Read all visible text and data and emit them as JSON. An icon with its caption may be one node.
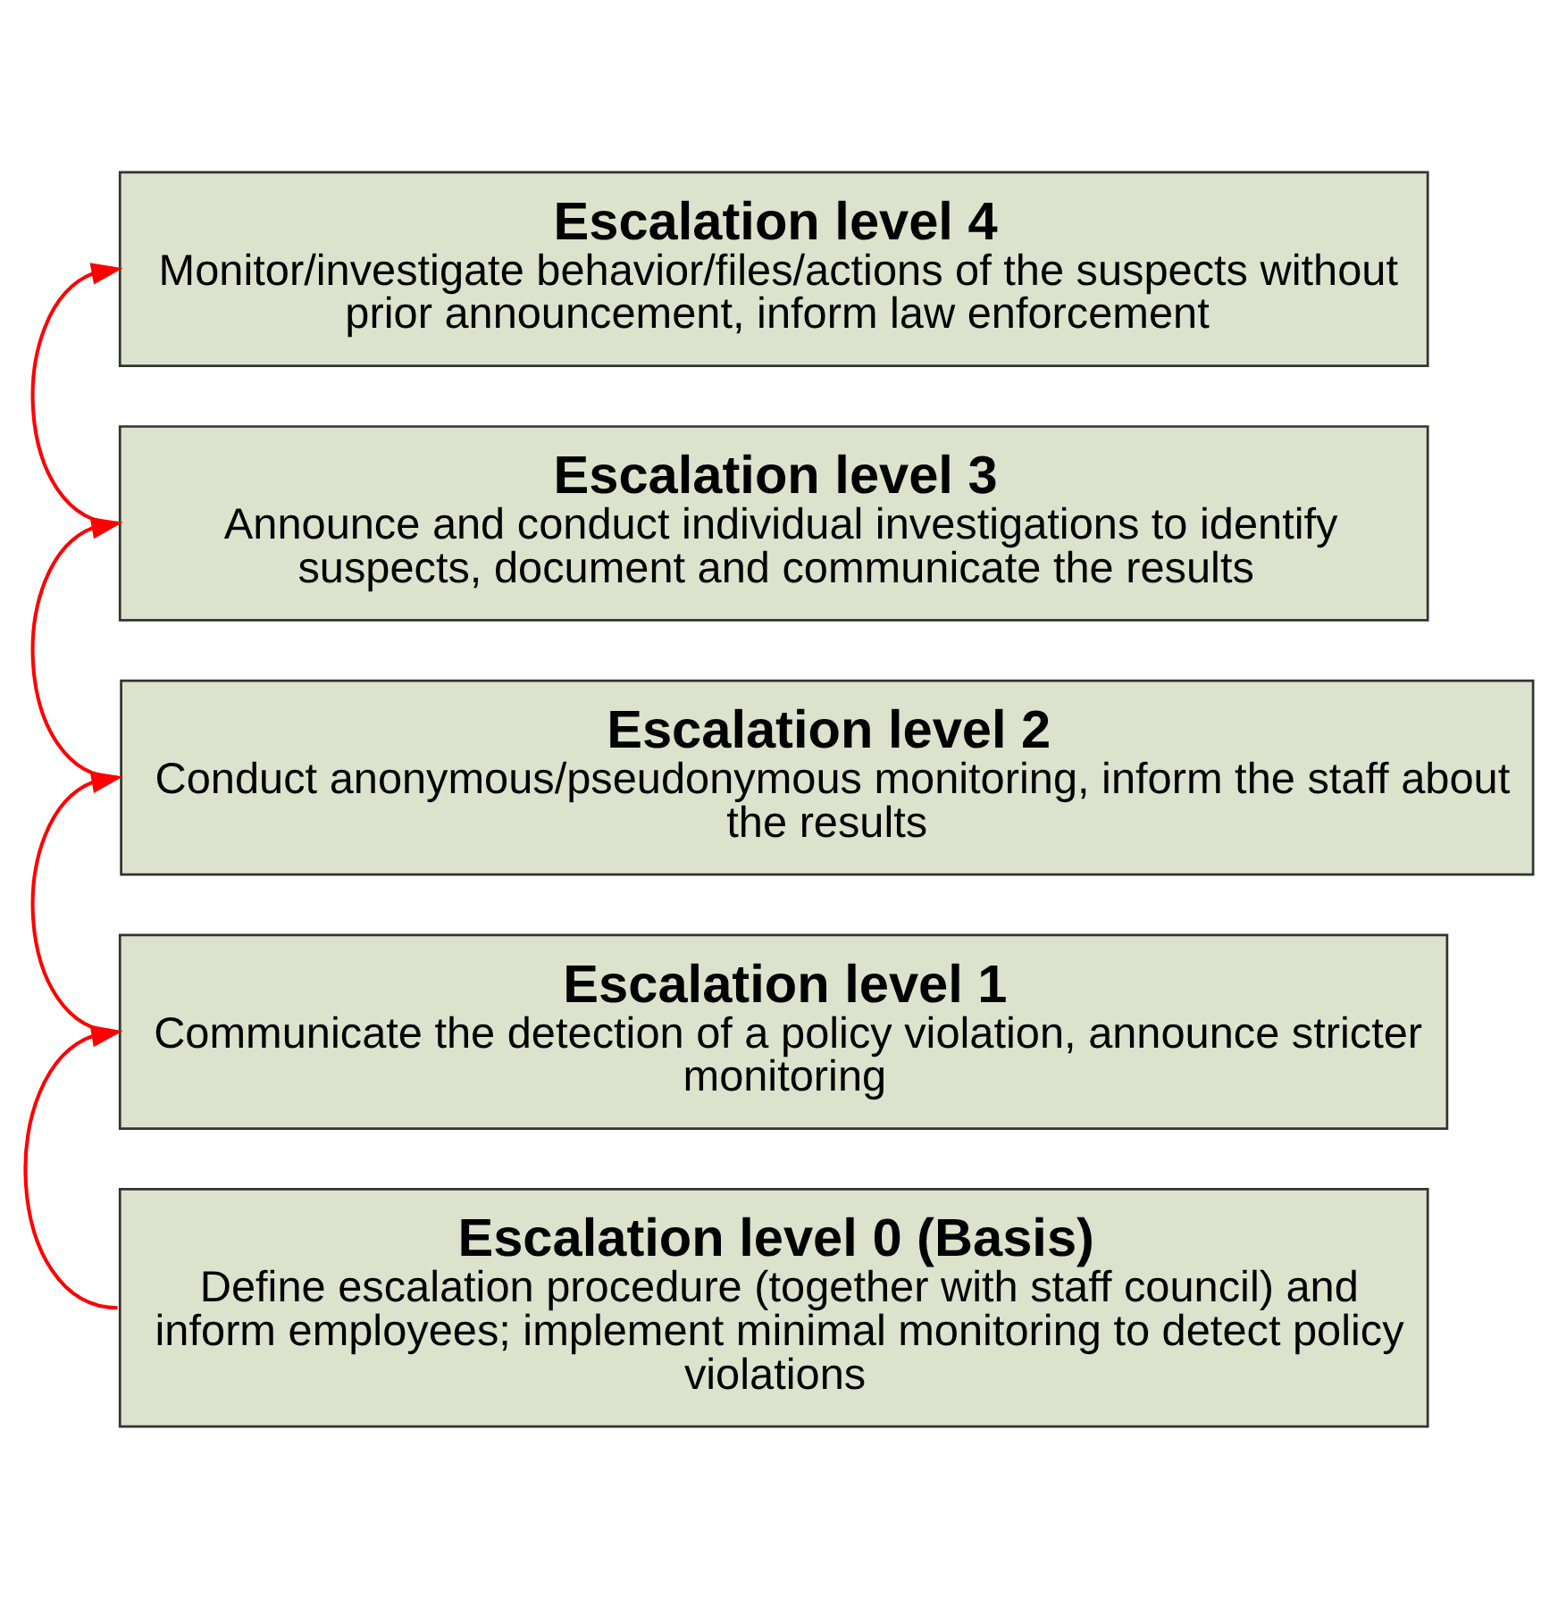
{
  "diagram": {
    "nodes": [
      {
        "text": [
          "Escalation level 4",
          "Monitor/investigate behavior/files/actions of the suspects without prior announcement, inform law enforcement"
        ]
      },
      {
        "text": [
          "Escalation level 3",
          "Announce and conduct individual investigations to identify suspects, document and communicate the results"
        ]
      },
      {
        "text": [
          "Escalation level 2",
          "Conduct anonymous/pseudonymous monitoring, inform the staff about the results"
        ]
      },
      {
        "text": [
          "Escalation level 1",
          "Communicate the detection of a policy violation, announce stricter monitoring"
        ]
      },
      {
        "text": [
          "Escalation level 0 (Basis)",
          "Define escalation procedure (together with staff council) and inform employees; implement minimal monitoring to detect policy violations"
        ]
      }
    ],
    "edges": [
      {
        "from": 4,
        "to": 3,
        "arrow": "to"
      },
      {
        "from": 3,
        "to": 2,
        "arrow": "to"
      },
      {
        "from": 2,
        "to": 1,
        "arrow": "to"
      },
      {
        "from": 1,
        "to": 0,
        "arrow": "to"
      }
    ]
  }
}
